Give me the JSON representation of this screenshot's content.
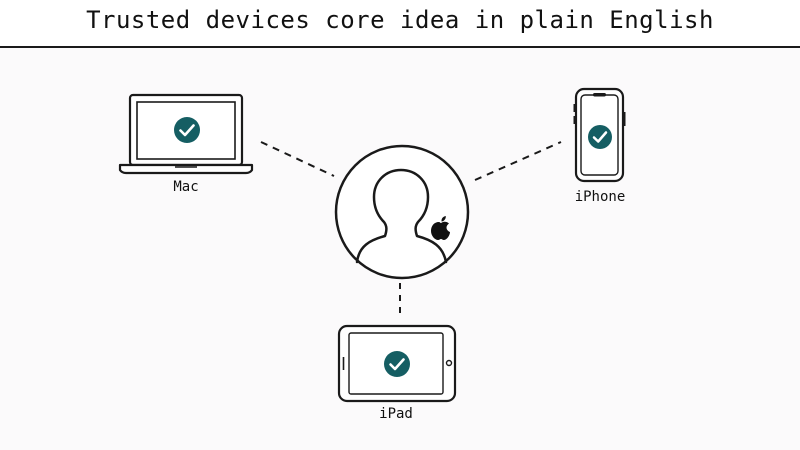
{
  "title": "Trusted devices core idea in plain English",
  "colors": {
    "background": "#fbfafb",
    "stroke": "#1a1a1a",
    "check_fill": "#155e63",
    "check_mark": "#ffffff"
  },
  "center": {
    "icon": "user-silhouette-icon",
    "badge_icon": "apple-logo-icon"
  },
  "devices": [
    {
      "id": "mac",
      "label": "Mac",
      "icon": "laptop-icon",
      "status_icon": "checkmark-icon"
    },
    {
      "id": "iphone",
      "label": "iPhone",
      "icon": "smartphone-icon",
      "status_icon": "checkmark-icon"
    },
    {
      "id": "ipad",
      "label": "iPad",
      "icon": "tablet-icon",
      "status_icon": "checkmark-icon"
    }
  ]
}
